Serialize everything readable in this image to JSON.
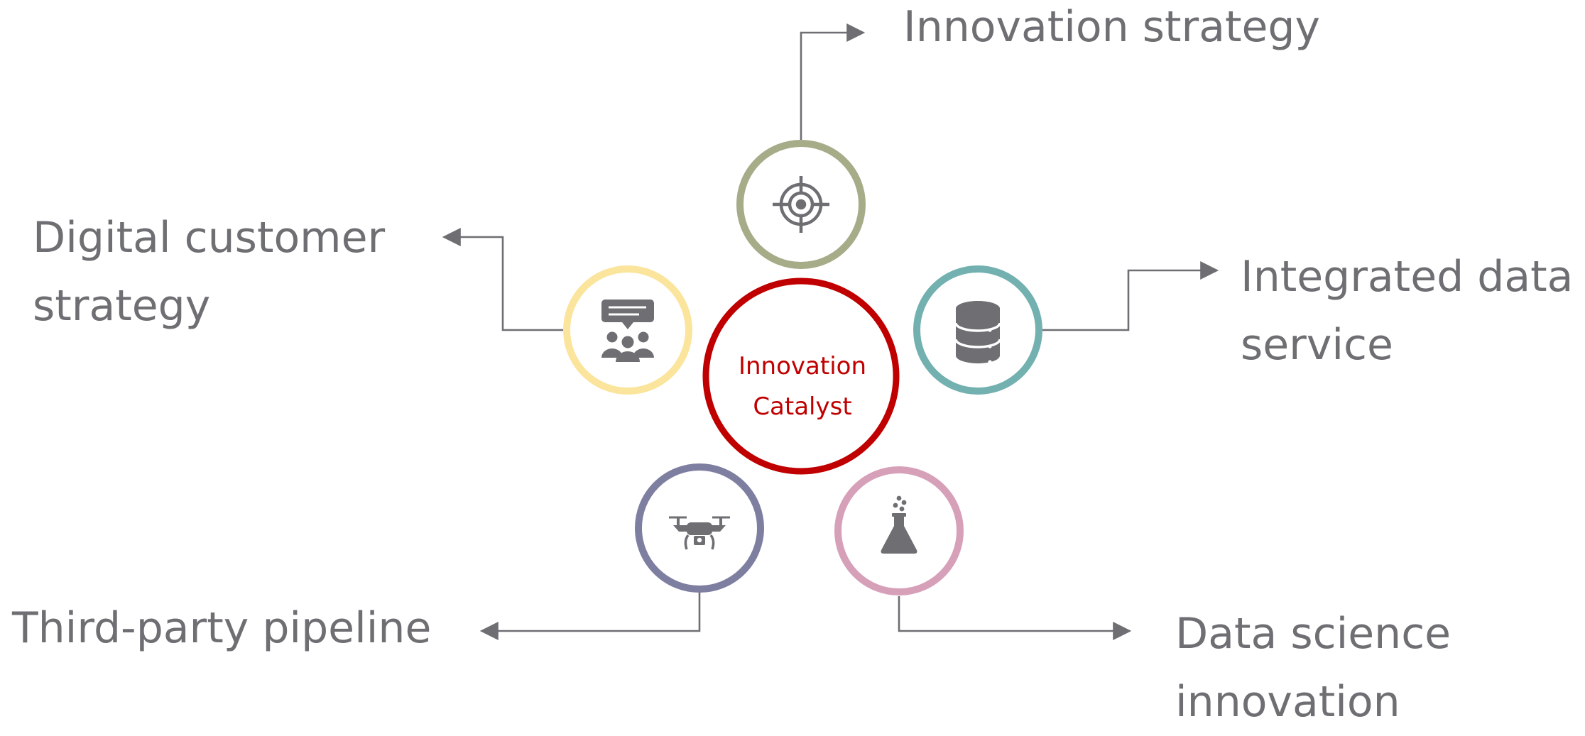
{
  "center": {
    "line1": "Innovation",
    "line2": "Catalyst",
    "color": "#c00000"
  },
  "nodes": [
    {
      "id": "innovation-strategy",
      "lines": [
        "Innovation strategy"
      ],
      "ring_color": "#a6ab88",
      "icon": "target-icon"
    },
    {
      "id": "integrated-data-service",
      "lines": [
        "Integrated data",
        "service"
      ],
      "ring_color": "#73b0b0",
      "icon": "database-icon"
    },
    {
      "id": "digital-customer-strategy",
      "lines": [
        "Digital customer",
        "strategy"
      ],
      "ring_color": "#fbe49c",
      "icon": "chat-group-icon"
    },
    {
      "id": "third-party-pipeline",
      "lines": [
        "Third-party pipeline"
      ],
      "ring_color": "#7e7fa0",
      "icon": "drone-icon"
    },
    {
      "id": "data-science-innovation",
      "lines": [
        "Data science",
        "innovation"
      ],
      "ring_color": "#d7a0b9",
      "icon": "flask-icon"
    }
  ],
  "colors": {
    "text": "#6e6e73",
    "connector": "#6e6e73",
    "icon": "#6e6e73"
  }
}
